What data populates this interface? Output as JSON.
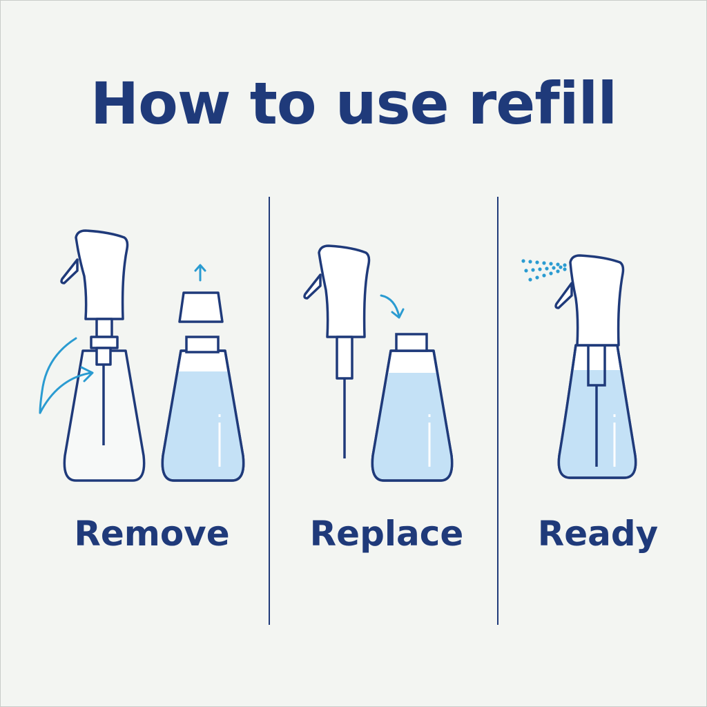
{
  "title": "How to use refill",
  "steps": [
    {
      "label": "Remove"
    },
    {
      "label": "Replace"
    },
    {
      "label": "Ready"
    }
  ],
  "colors": {
    "background": "#f3f5f2",
    "outline": "#1f3a7a",
    "liquid": "#c4e1f6",
    "accent": "#2a9bd1"
  }
}
